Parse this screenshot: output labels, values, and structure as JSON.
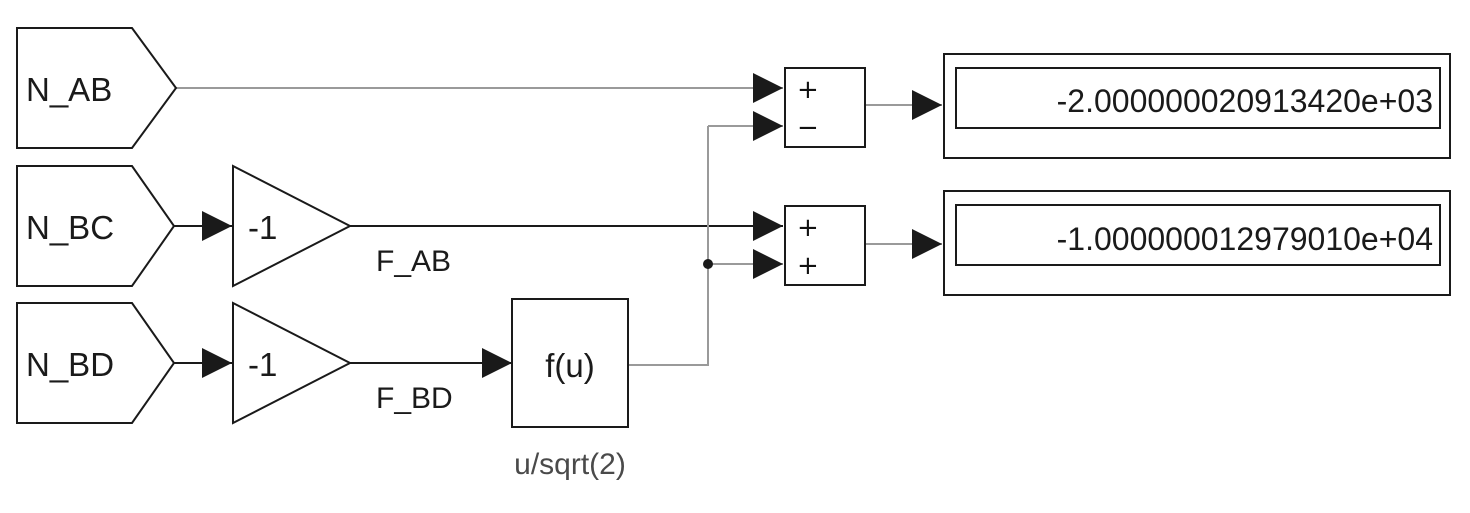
{
  "blocks": {
    "from_ab": {
      "label": "N_AB"
    },
    "from_bc": {
      "label": "N_BC"
    },
    "from_bd": {
      "label": "N_BD"
    },
    "gain_bc": {
      "label": "-1"
    },
    "gain_bd": {
      "label": "-1"
    },
    "fcn": {
      "label": "f(u)",
      "expression": "u/sqrt(2)"
    },
    "sum_top": {
      "sign_1": "+",
      "sign_2": "−"
    },
    "sum_bottom": {
      "sign_1": "+",
      "sign_2": "+"
    },
    "display_top": {
      "value": "-2.000000020913420e+03"
    },
    "display_bottom": {
      "value": "-1.000000012979010e+04"
    }
  },
  "signals": {
    "f_ab": "F_AB",
    "f_bd": "F_BD"
  },
  "colors": {
    "line": "#1a1a1a",
    "faint_line": "#9a9a9a",
    "block_fill": "#ffffff"
  }
}
